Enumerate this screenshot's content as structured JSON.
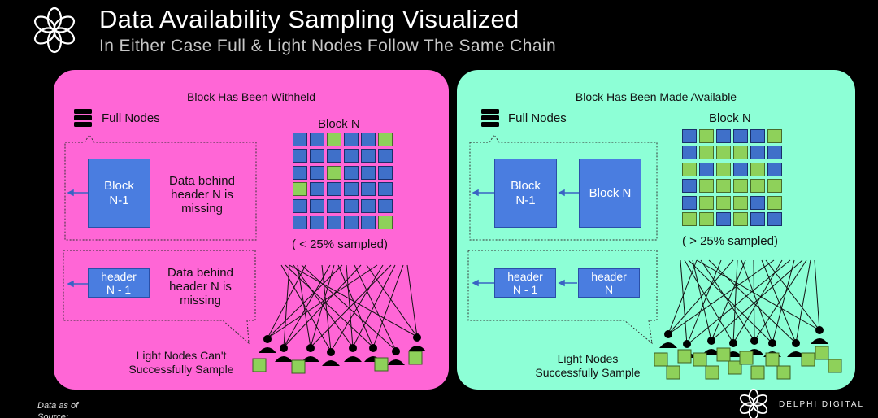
{
  "header": {
    "title": "Data Availability Sampling Visualized",
    "subtitle": "In Either Case Full & Light Nodes Follow The Same Chain"
  },
  "left": {
    "panel_title": "Block Has Been Withheld",
    "full_nodes_label": "Full Nodes",
    "block_prev": "Block\nN-1",
    "block_missing_note": "Data behind\nheader N is\nmissing",
    "block_n_label": "Block N",
    "sampled_note": "( < 25% sampled)",
    "header_prev": "header\nN - 1",
    "header_missing_note": "Data behind\nheader N is\nmissing",
    "light_nodes_label": "Light Nodes Can't\nSuccessfully Sample",
    "grid": [
      [
        "b",
        "b",
        "g",
        "b",
        "b",
        "g"
      ],
      [
        "b",
        "b",
        "b",
        "b",
        "b",
        "b"
      ],
      [
        "b",
        "b",
        "g",
        "b",
        "b",
        "b"
      ],
      [
        "g",
        "b",
        "b",
        "b",
        "b",
        "b"
      ],
      [
        "b",
        "b",
        "b",
        "b",
        "b",
        "b"
      ],
      [
        "b",
        "b",
        "b",
        "b",
        "b",
        "g"
      ]
    ]
  },
  "right": {
    "panel_title": "Block Has Been Made Available",
    "full_nodes_label": "Full Nodes",
    "block_prev": "Block\nN-1",
    "block_current": "Block N",
    "block_n_label": "Block N",
    "sampled_note": "( > 25% sampled)",
    "header_prev": "header\nN - 1",
    "header_current": "header\nN",
    "light_nodes_label": "Light Nodes\nSuccessfully Sample",
    "grid": [
      [
        "b",
        "g",
        "b",
        "b",
        "b",
        "g"
      ],
      [
        "b",
        "g",
        "g",
        "g",
        "b",
        "b"
      ],
      [
        "g",
        "b",
        "g",
        "b",
        "g",
        "b"
      ],
      [
        "b",
        "g",
        "g",
        "g",
        "g",
        "g"
      ],
      [
        "b",
        "g",
        "g",
        "g",
        "b",
        "g"
      ],
      [
        "g",
        "g",
        "b",
        "g",
        "b",
        "b"
      ]
    ]
  },
  "footer": {
    "data_as_of": "Data as of",
    "source": "Source:",
    "brand": "DELPHI DIGITAL"
  },
  "colors": {
    "left_panel": "#ff66d6",
    "right_panel": "#8dffd6",
    "block_blue": "#4a7de0",
    "cell_blue": "#3f70c9",
    "cell_green": "#8ed15a"
  },
  "icons": [
    "flower-logo-icon",
    "server-stack-icon",
    "person-icon",
    "sample-square-icon"
  ]
}
